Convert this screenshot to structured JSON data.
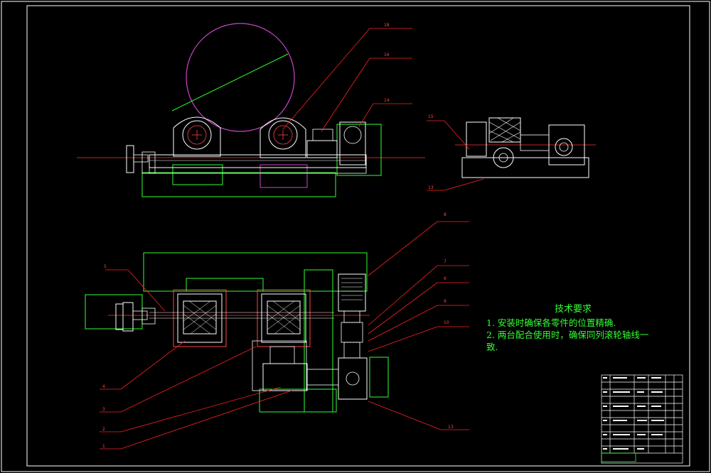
{
  "tech_requirements": {
    "title": "技术要求",
    "line1": "1. 安装时确保各零件的位置精确.",
    "line2": "2. 两台配合使用时，确保同列滚轮轴线一",
    "line3": "致."
  },
  "part_labels": {
    "p1": "1",
    "p2": "2",
    "p3": "3",
    "p4": "4",
    "p5": "5",
    "p6": "6",
    "p7": "7",
    "p8": "8",
    "p9": "9",
    "p10": "10",
    "p13a": "13",
    "p13b": "13",
    "p14": "14",
    "p15": "15",
    "p16": "16",
    "p18": "18"
  },
  "colors": {
    "frame": "#ffffff",
    "leader": "#ff2222",
    "outline": "#33ff33",
    "workpiece": "#cc44cc",
    "centerline": "#ff3333",
    "text": "#33ff33"
  }
}
